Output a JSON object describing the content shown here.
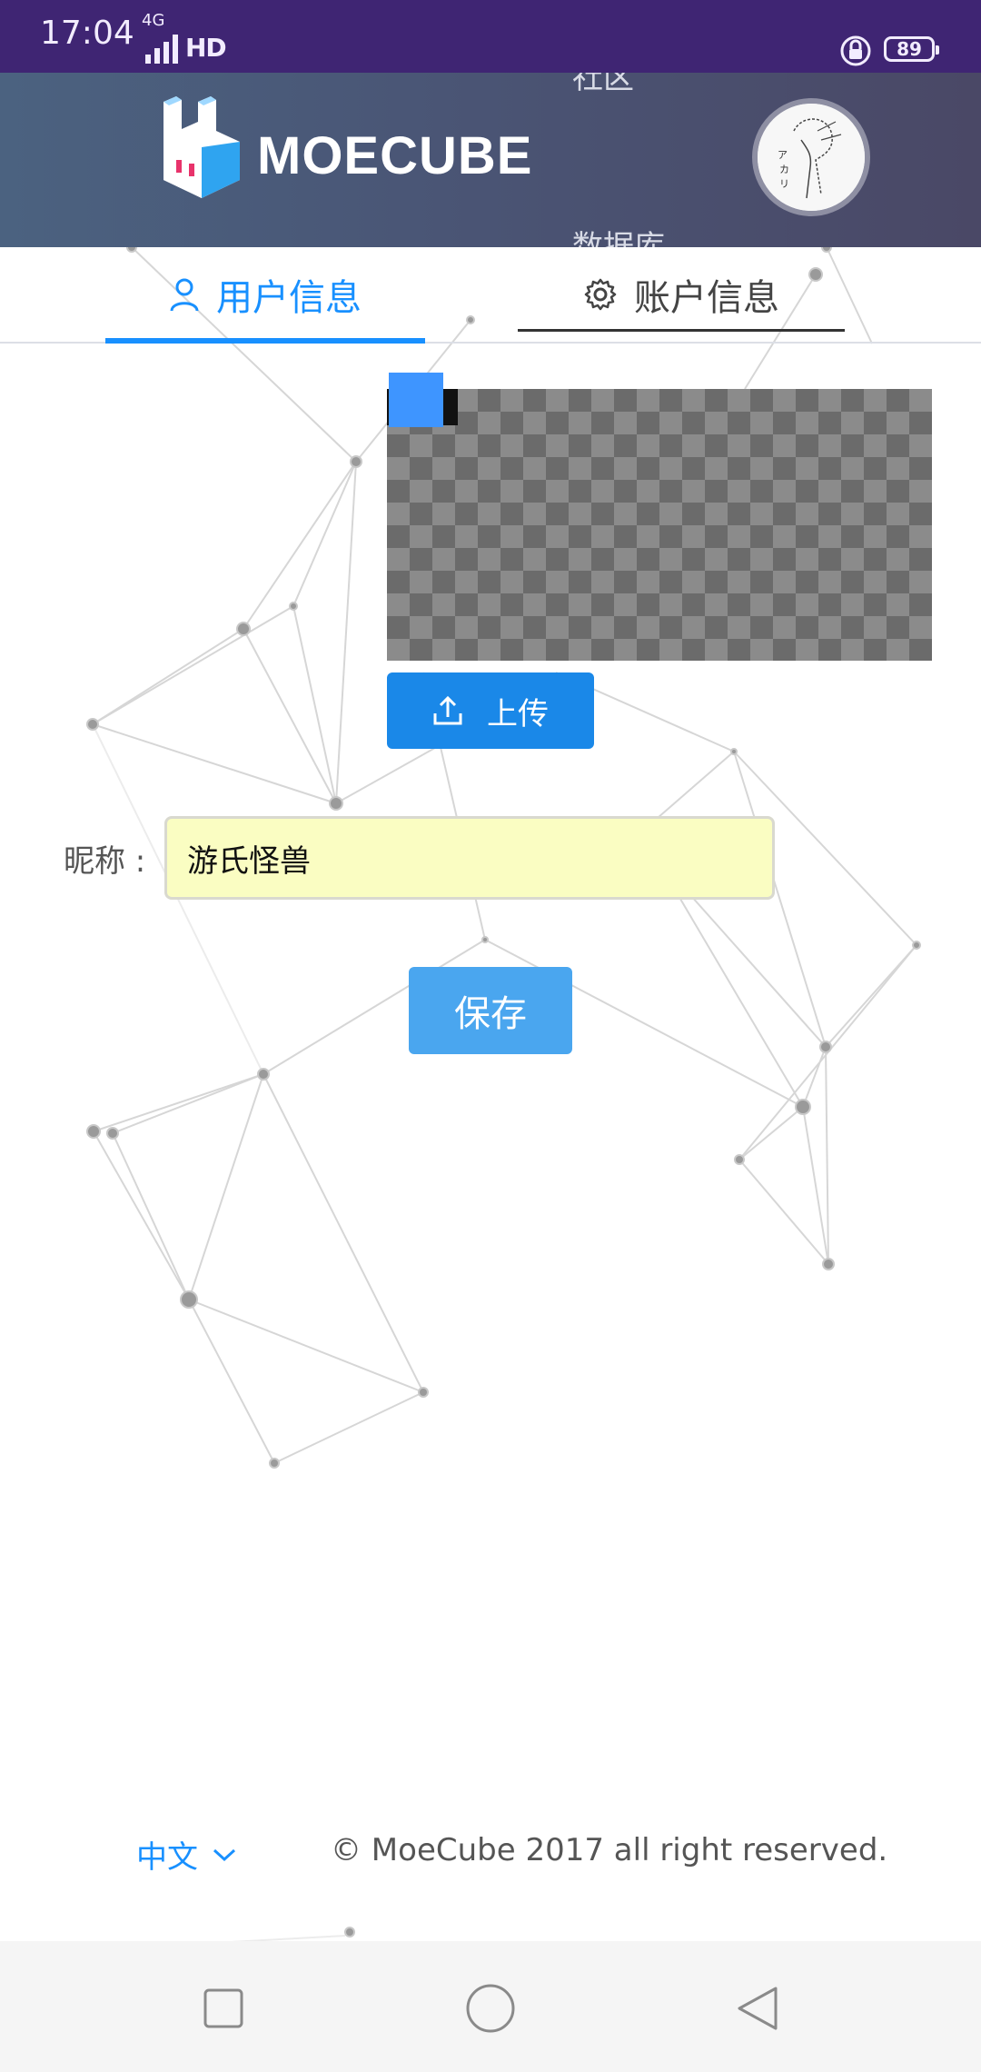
{
  "status_bar": {
    "time": "17:04",
    "network_top": "4G",
    "network_type": "4G",
    "hd": "HD",
    "battery": "89"
  },
  "header": {
    "logo_text": "MOECUBE",
    "nav_partial_top": "社区",
    "nav_partial_bottom": "数据库"
  },
  "tabs": [
    {
      "label": "用户信息",
      "icon": "user-icon",
      "active": true
    },
    {
      "label": "账户信息",
      "icon": "gear-icon",
      "active": false
    }
  ],
  "upload": {
    "label": "上传",
    "icon": "upload-icon"
  },
  "nickname": {
    "label": "昵称 :",
    "value": "游氏怪兽"
  },
  "save": {
    "label": "保存"
  },
  "footer": {
    "language": "中文",
    "copyright": "© MoeCube 2017 all right reserved."
  },
  "colors": {
    "status_bar": "#3f2573",
    "accent": "#1890ff",
    "upload_button": "#1a88e8",
    "save_button": "#4aa6ef",
    "input_bg": "#fafdc2"
  }
}
